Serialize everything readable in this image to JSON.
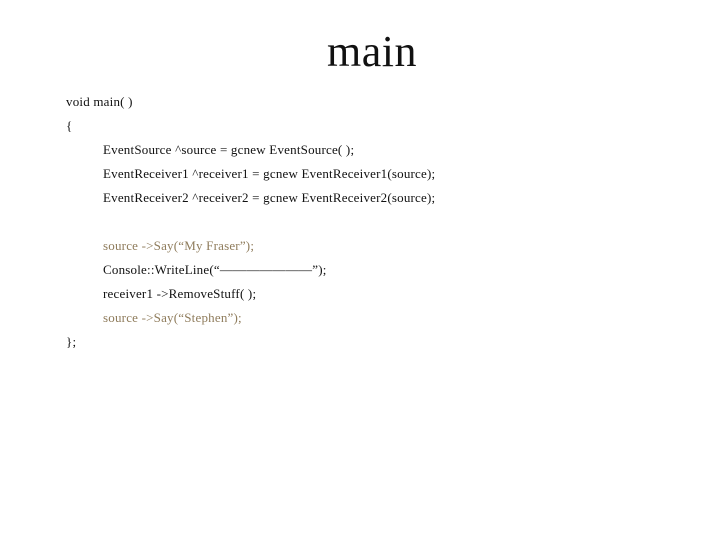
{
  "slide": {
    "title": "main",
    "code_lines": [
      {
        "text": "void main( )"
      },
      {
        "text": "{"
      },
      {
        "text": "EventSource ^source = gcnew EventSource( );"
      },
      {
        "text": "EventReceiver1 ^receiver1 = gcnew EventReceiver1(source);"
      },
      {
        "text": "EventReceiver2 ^receiver2 = gcnew EventReceiver2(source);"
      },
      {
        "text": ""
      },
      {
        "text": "source ->Say(“My Fraser”);"
      },
      {
        "text": "Console::WriteLine(“———————”);"
      },
      {
        "text": "receiver1 ->RemoveStuff( );"
      },
      {
        "text": "source ->Say(“Stephen”);"
      },
      {
        "text": "};"
      }
    ],
    "colors": {
      "background": "#ffffff",
      "text": "#111111",
      "accent": "#8f7c5c"
    }
  }
}
